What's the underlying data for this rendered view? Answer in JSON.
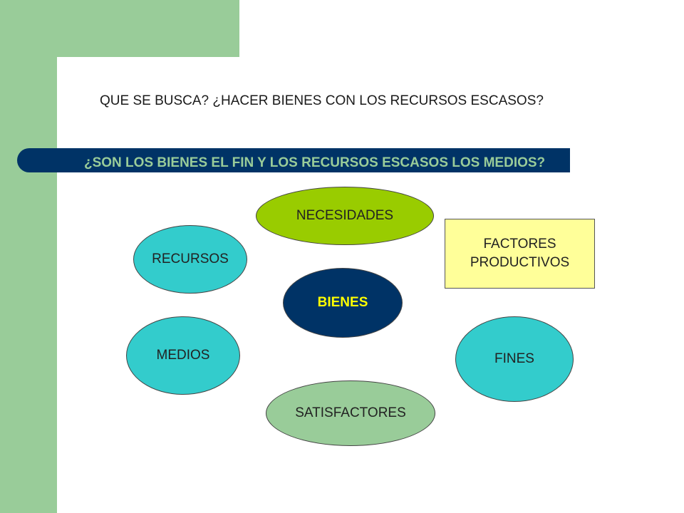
{
  "header": {
    "question_1": "QUE SE BUSCA?  ¿HACER BIENES CON LOS RECURSOS ESCASOS?",
    "question_2": "¿SON LOS BIENES EL FIN Y LOS RECURSOS ESCASOS LOS MEDIOS?"
  },
  "diagram": {
    "necesidades": "NECESIDADES",
    "recursos": "RECURSOS",
    "factores_productivos": "FACTORES PRODUCTIVOS",
    "bienes": "BIENES",
    "medios": "MEDIOS",
    "fines": "FINES",
    "satisfactores": "SATISFACTORES"
  },
  "colors": {
    "accent_green": "#99cc99",
    "navy": "#003366",
    "teal": "#33cccc",
    "lime": "#99cc00",
    "pale_yellow": "#ffff99",
    "highlight_yellow": "#ffff00"
  }
}
